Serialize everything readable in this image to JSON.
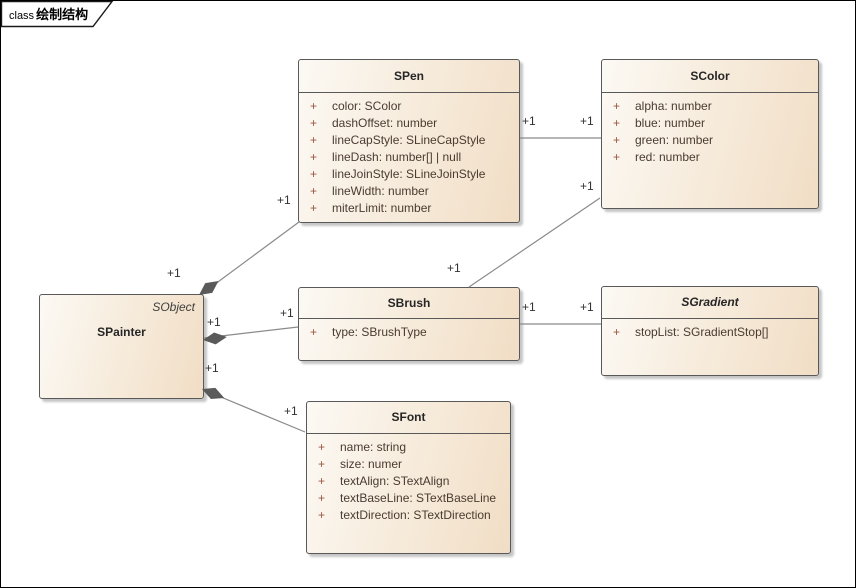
{
  "frame": {
    "type_label": "class",
    "diagram_name": "绘制结构"
  },
  "palette": {
    "box_fill_light": "#fcf9f4",
    "box_fill_dark": "#f1ddc5",
    "box_border": "#595959",
    "title_text": "#262626",
    "attr_visibility": "#9a5742",
    "attr_text": "#4a3b30",
    "connector_line": "#8a8a8a",
    "diamond_fill": "#5a5a5a",
    "multiplicity_text": "#323232"
  },
  "classes": {
    "spen": {
      "name": "SPen",
      "attrs": [
        {
          "vis": "+",
          "text": "color: SColor"
        },
        {
          "vis": "+",
          "text": "dashOffset: number"
        },
        {
          "vis": "+",
          "text": "lineCapStyle: SLineCapStyle"
        },
        {
          "vis": "+",
          "text": "lineDash: number[] | null"
        },
        {
          "vis": "+",
          "text": "lineJoinStyle: SLineJoinStyle"
        },
        {
          "vis": "+",
          "text": "lineWidth: number"
        },
        {
          "vis": "+",
          "text": "miterLimit: number"
        }
      ]
    },
    "scolor": {
      "name": "SColor",
      "attrs": [
        {
          "vis": "+",
          "text": "alpha: number"
        },
        {
          "vis": "+",
          "text": "blue: number"
        },
        {
          "vis": "+",
          "text": "green: number"
        },
        {
          "vis": "+",
          "text": "red: number"
        }
      ]
    },
    "spainter": {
      "name": "SPainter",
      "annotation": "SObject"
    },
    "sbrush": {
      "name": "SBrush",
      "attrs": [
        {
          "vis": "+",
          "text": "type: SBrushType"
        }
      ]
    },
    "sgradient": {
      "name": "SGradient",
      "abstract": true,
      "attrs": [
        {
          "vis": "+",
          "text": "stopList: SGradientStop[]"
        }
      ]
    },
    "sfont": {
      "name": "SFont",
      "attrs": [
        {
          "vis": "+",
          "text": "name: string"
        },
        {
          "vis": "+",
          "text": "size: numer"
        },
        {
          "vis": "+",
          "text": "textAlign: STextAlign"
        },
        {
          "vis": "+",
          "text": "textBaseLine: STextBaseLine"
        },
        {
          "vis": "+",
          "text": "textDirection: STextDirection"
        }
      ]
    }
  },
  "connectors": {
    "painter_pen": {
      "kind": "composition",
      "source_mult": "+1",
      "target_mult": "+1"
    },
    "painter_brush": {
      "kind": "composition",
      "source_mult": "+1",
      "target_mult": "+1"
    },
    "painter_font": {
      "kind": "composition",
      "source_mult": "+1",
      "target_mult": "+1"
    },
    "pen_color": {
      "kind": "association",
      "source_mult": "+1",
      "target_mult": "+1"
    },
    "brush_color": {
      "kind": "association",
      "source_mult": "+1",
      "target_mult": "+1"
    },
    "brush_gradient": {
      "kind": "association",
      "source_mult": "+1",
      "target_mult": "+1"
    }
  }
}
